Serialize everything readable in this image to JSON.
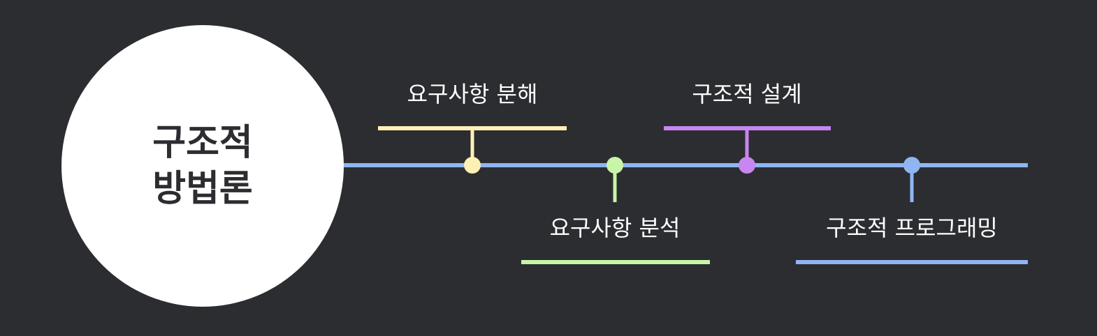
{
  "title": {
    "lines": [
      "구조적",
      "방법론"
    ]
  },
  "colors": {
    "background": "#2c2d31",
    "circle": "#ffffff",
    "title_text": "#2c2d31",
    "label_text": "#ffffff",
    "timeline": "#8fb5f2"
  },
  "steps": [
    {
      "label": "요구사항 분해",
      "color": "#fdf0b4",
      "side": "top"
    },
    {
      "label": "요구사항 분석",
      "color": "#c8f5a8",
      "side": "bottom"
    },
    {
      "label": "구조적 설계",
      "color": "#c887f0",
      "side": "top"
    },
    {
      "label": "구조적 프로그래밍",
      "color": "#8fb5f2",
      "side": "bottom"
    }
  ]
}
